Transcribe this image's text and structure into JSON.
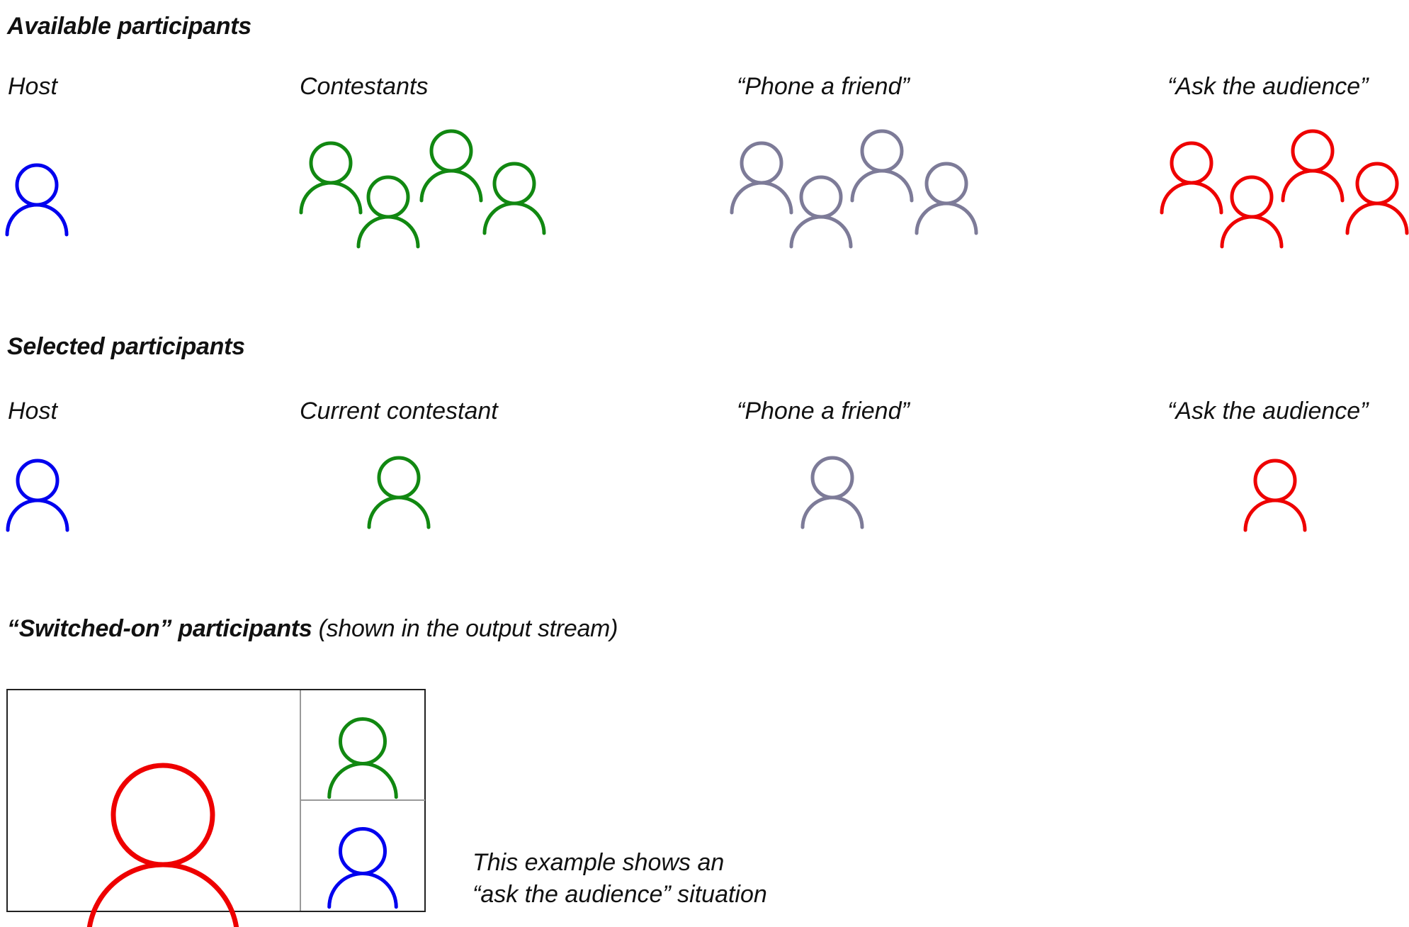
{
  "colors": {
    "host": "#0000ee",
    "contestant": "#118811",
    "friend": "#7d7b98",
    "audience": "#ee0000",
    "frame": "#222222",
    "divider": "#999999"
  },
  "icons": {
    "person": "person-icon"
  },
  "available": {
    "heading": "Available participants",
    "labels": {
      "host": "Host",
      "contestants": "Contestants",
      "friend": "“Phone a friend”",
      "audience": "“Ask the audience”"
    }
  },
  "selected": {
    "heading": "Selected participants",
    "labels": {
      "host": "Host",
      "contestant": "Current contestant",
      "friend": "“Phone a friend”",
      "audience": "“Ask the audience”"
    }
  },
  "switched_on": {
    "heading_bold": "“Switched-on” participants",
    "heading_rest": " (shown in the output stream)",
    "note_line1": "This example shows an",
    "note_line2": "“ask the audience” situation"
  }
}
